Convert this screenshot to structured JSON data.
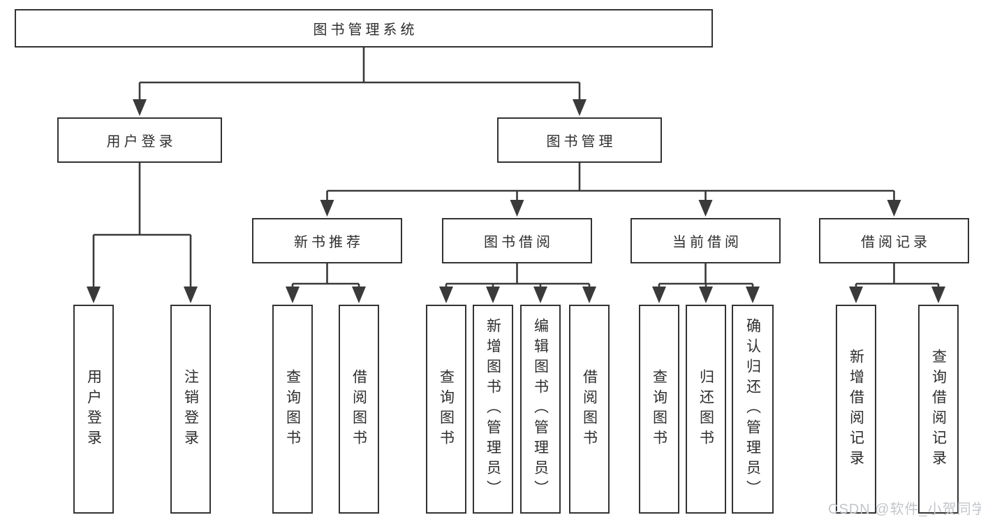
{
  "diagram_title": "图书管理系统",
  "tree": {
    "label": "图书管理系统",
    "children": [
      {
        "label": "用户登录",
        "children": [
          {
            "label": "用户登录"
          },
          {
            "label": "注销登录"
          }
        ]
      },
      {
        "label": "图书管理",
        "children": [
          {
            "label": "新书推荐",
            "children": [
              {
                "label": "查询图书"
              },
              {
                "label": "借阅图书"
              }
            ]
          },
          {
            "label": "图书借阅",
            "children": [
              {
                "label": "查询图书"
              },
              {
                "label": "新增图书（管理员）"
              },
              {
                "label": "编辑图书（管理员）"
              },
              {
                "label": "借阅图书"
              }
            ]
          },
          {
            "label": "当前借阅",
            "children": [
              {
                "label": "查询图书"
              },
              {
                "label": "归还图书"
              },
              {
                "label": "确认归还（管理员）"
              }
            ]
          },
          {
            "label": "借阅记录",
            "children": [
              {
                "label": "新增借阅记录"
              },
              {
                "label": "查询借阅记录"
              }
            ]
          }
        ]
      }
    ]
  },
  "watermark": "CSDN @软件_小贺同学",
  "colors": {
    "line": "#3a3a3a",
    "box_border": "#333333",
    "text": "#2e2e2e",
    "background": "#ffffff",
    "watermark": "#c2c6cb"
  }
}
